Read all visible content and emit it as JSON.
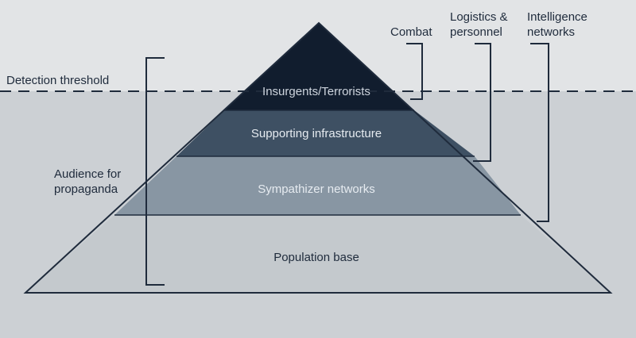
{
  "labels": {
    "detection_threshold": "Detection threshold",
    "audience_line1": "Audience for",
    "audience_line2": "propaganda",
    "combat": "Combat",
    "logistics_line1": "Logistics &",
    "logistics_line2": "personnel",
    "intelligence_line1": "Intelligence",
    "intelligence_line2": "networks"
  },
  "layers": [
    {
      "label": "Insurgents/Terrorists",
      "fill": "#111d2e",
      "text_color": "#ccd3dc"
    },
    {
      "label": "Supporting infrastructure",
      "fill": "#3e5063",
      "text_color": "#e6ebf0"
    },
    {
      "label": "Sympathizer networks",
      "fill": "#8896a3",
      "text_color": "#e6ebf0"
    },
    {
      "label": "Population base",
      "fill": "#c4c9cd",
      "text_color": "#1f2b3c"
    }
  ],
  "colors": {
    "background_above": "#e2e4e6",
    "background_below": "#ccd0d4",
    "line": "#1f2b3c"
  }
}
